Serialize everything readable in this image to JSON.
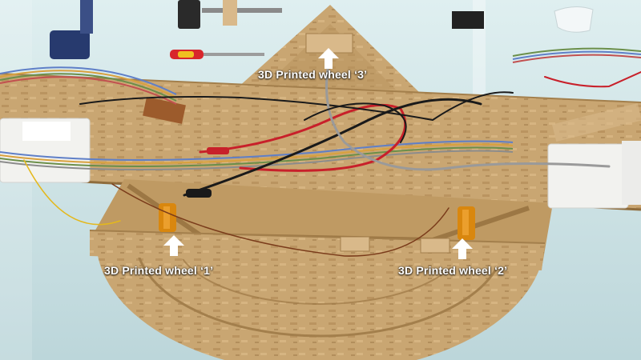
{
  "labels": {
    "wheel_3": "3D Printed wheel ‘3’",
    "wheel_1": "3D Printed wheel ‘1’",
    "wheel_2": "3D Printed wheel ‘2’"
  },
  "colors": {
    "glass": "#cfe3e6",
    "wood": "#c9a672",
    "wood_dark": "#a37f4c",
    "label_text": "#ffffff",
    "wire_red": "#c8202a",
    "wire_black": "#1a1a1a",
    "wire_grey": "#9a9a9a"
  }
}
